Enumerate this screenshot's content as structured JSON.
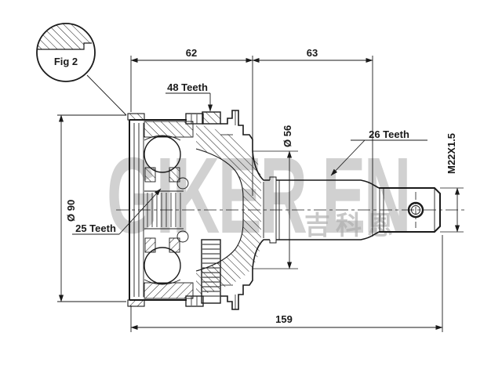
{
  "drawing": {
    "figure_label": "Fig 2",
    "dimensions": {
      "top_left_length": "62",
      "top_right_length": "63",
      "overall_length": "159",
      "outer_diameter": "Ø 90",
      "boot_diameter": "Ø 56",
      "thread_spec": "M22X1.5"
    },
    "teeth_labels": {
      "abs_ring": "48 Teeth",
      "shaft_spline": "26 Teeth",
      "inner_spline": "25 Teeth"
    },
    "watermark": {
      "latin": "GIKER EN",
      "cjk": "吉科恩"
    },
    "colors": {
      "line": "#1a1a1a",
      "watermark": "#a5a5a5",
      "background": "#ffffff"
    }
  }
}
